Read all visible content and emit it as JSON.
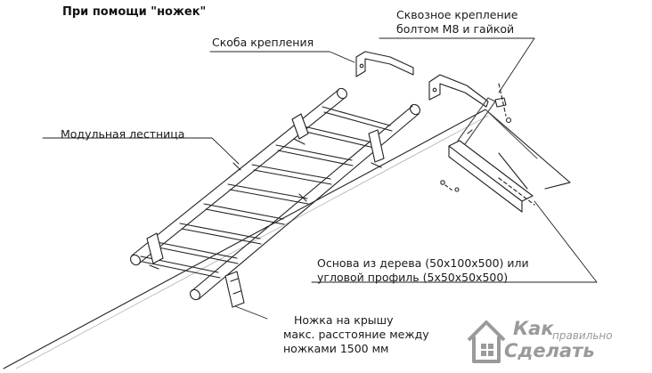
{
  "title": "При помощи \"ножек\"",
  "labels": {
    "bolt_line1": "Сквозное крепление",
    "bolt_line2": "болтом М8 и гайкой",
    "bracket": "Скоба крепления",
    "ladder": "Модульная лестница",
    "base_line1": "Основа из дерева (50х100х500) или",
    "base_line2": "угловой профиль (5х50х50х500)",
    "foot_line1": "Ножка на крышу",
    "foot_line2": "макс. расстояние между",
    "foot_line3": "ножками 1500 мм"
  },
  "watermark": {
    "word1": "Как",
    "word2": "правильно",
    "word3": "Сделать"
  }
}
